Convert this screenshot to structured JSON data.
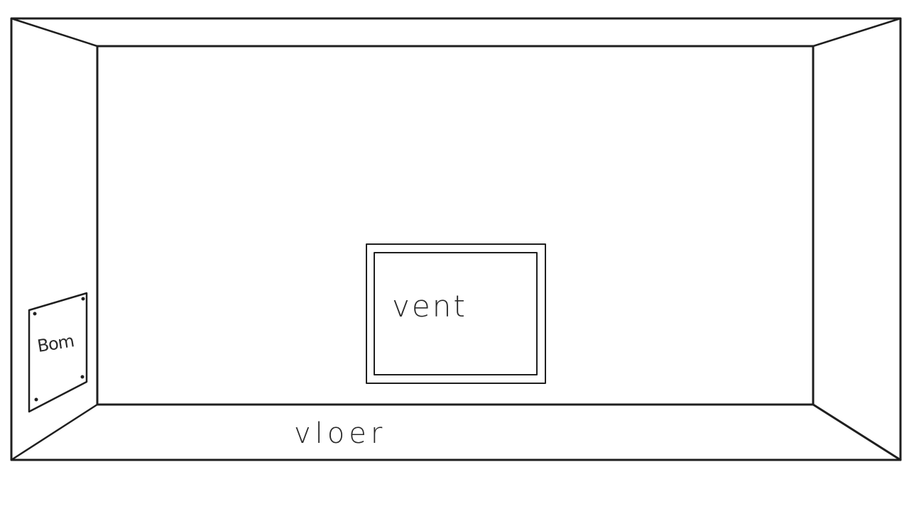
{
  "room": {
    "vent_label": "vent",
    "floor_label": "vloer",
    "sign_label": "Bom"
  }
}
